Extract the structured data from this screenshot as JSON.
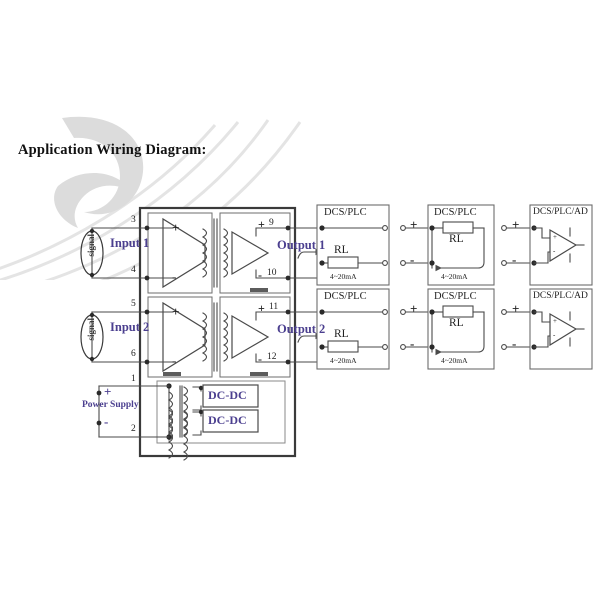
{
  "page": {
    "title": "Application Wiring Diagram:",
    "background": "#ffffff",
    "accent_purple": "#4b3f8f",
    "line_color": "#4a4a4a",
    "watermark_color": "#e3e3e3"
  },
  "device": {
    "name": "isolated-signal-transmitter",
    "channels": [
      {
        "input_label": "Input 1",
        "source_label": "signal",
        "input_terminals": [
          {
            "number": "3",
            "polarity": "+"
          },
          {
            "number": "4",
            "polarity": "-"
          }
        ],
        "output_label": "Output 1",
        "output_terminals": [
          {
            "number": "9",
            "polarity": "+"
          },
          {
            "number": "10",
            "polarity": "-"
          }
        ]
      },
      {
        "input_label": "Input 2",
        "source_label": "signal",
        "input_terminals": [
          {
            "number": "5",
            "polarity": "+"
          },
          {
            "number": "6",
            "polarity": "-"
          }
        ],
        "output_label": "Output 2",
        "output_terminals": [
          {
            "number": "11",
            "polarity": "+"
          },
          {
            "number": "12",
            "polarity": "-"
          }
        ]
      }
    ],
    "power": {
      "label": "Power Supply",
      "terminals": [
        {
          "number": "1",
          "polarity": "+"
        },
        {
          "number": "2",
          "polarity": "-"
        }
      ],
      "converters": [
        "DC-DC",
        "DC-DC"
      ]
    },
    "amp_symbols": {
      "plus": "+",
      "minus": "-"
    }
  },
  "loads": {
    "columns": [
      {
        "id": "dcs-plc-series-rl",
        "title": "DCS/PLC",
        "resistor_label": "RL",
        "current_label": "4~20mA",
        "has_polarity_marks": false,
        "has_arrow": false,
        "has_opamp": false
      },
      {
        "id": "dcs-plc-loop-rl",
        "title": "DCS/PLC",
        "resistor_label": "RL",
        "current_label": "4~20mA",
        "has_polarity_marks": true,
        "has_arrow": true,
        "has_opamp": false,
        "plus": "+",
        "minus": "-"
      },
      {
        "id": "dcs-plc-ad-opamp",
        "title": "DCS/PLC/AD",
        "resistor_label": "",
        "current_label": "",
        "has_polarity_marks": true,
        "has_arrow": false,
        "has_opamp": true,
        "plus": "+",
        "minus": "-",
        "opamp_plus": "+",
        "opamp_minus": "-"
      }
    ]
  }
}
